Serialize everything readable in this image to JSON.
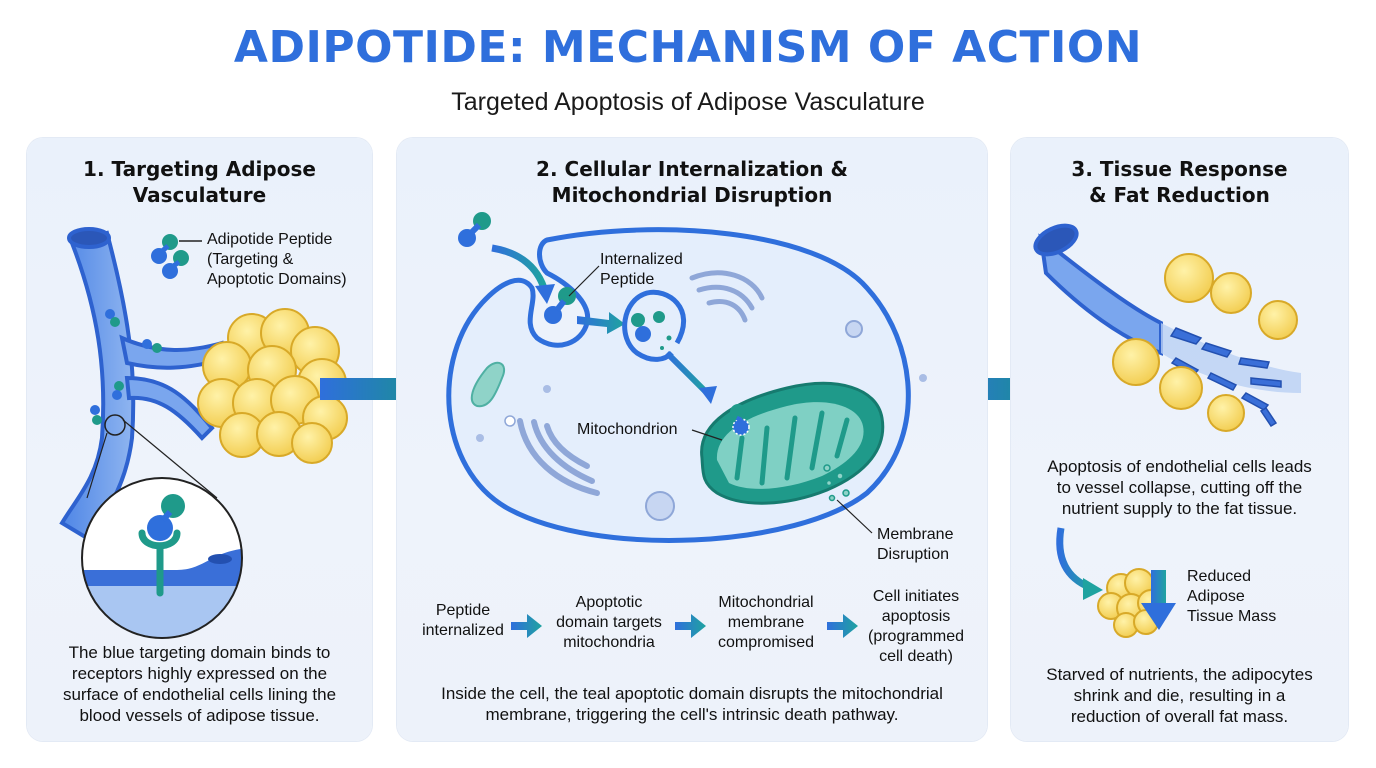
{
  "header": {
    "title": "ADIPOTIDE: MECHANISM OF ACTION",
    "subtitle": "Targeted Apoptosis of Adipose Vasculature"
  },
  "colors": {
    "title_blue": "#2f6fdc",
    "vessel_blue": "#3a6fd8",
    "teal": "#1f9a8a",
    "fat_yellow": "#f6d766",
    "panel_bg": "#eaf1fb"
  },
  "panels": [
    {
      "title_lines": [
        "1. Targeting Adipose",
        "Vasculature"
      ],
      "peptide_label": [
        "Adipotide Peptide",
        "(Targeting &",
        "Apoptotic Domains)"
      ],
      "description": [
        "The blue targeting domain binds to",
        "receptors highly expressed on the",
        "surface of endothelial cells lining the",
        "blood vessels of adipose tissue."
      ]
    },
    {
      "title_lines": [
        "2. Cellular Internalization &",
        "Mitochondrial Disruption"
      ],
      "labels": {
        "internalized": [
          "Internalized",
          "Peptide"
        ],
        "mitochondrion": "Mitochondrion",
        "membrane": [
          "Membrane",
          "Disruption"
        ]
      },
      "steps": [
        [
          "Peptide",
          "internalized"
        ],
        [
          "Apoptotic",
          "domain targets",
          "mitochondria"
        ],
        [
          "Mitochondrial",
          "membrane",
          "compromised"
        ],
        [
          "Cell initiates",
          "apoptosis",
          "(programmed",
          "cell death)"
        ]
      ],
      "description": [
        "Inside the cell, the teal apoptotic domain disrupts the mitochondrial",
        "membrane, triggering the cell's intrinsic death pathway."
      ]
    },
    {
      "title_lines": [
        "3. Tissue Response",
        "& Fat Reduction"
      ],
      "description_top": [
        "Apoptosis of endothelial cells leads",
        "to vessel collapse, cutting off the",
        "nutrient supply to the fat tissue."
      ],
      "reduced_label": [
        "Reduced",
        "Adipose",
        "Tissue Mass"
      ],
      "description_bottom": [
        "Starved of nutrients, the adipocytes",
        "shrink and die, resulting in a",
        "reduction of overall fat mass."
      ]
    }
  ]
}
